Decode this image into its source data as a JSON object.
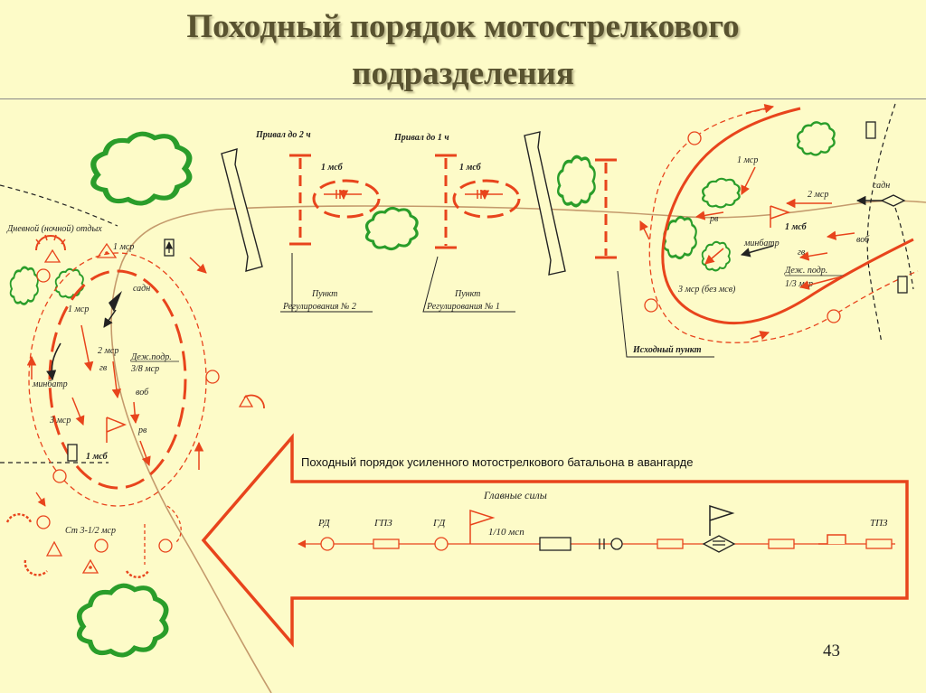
{
  "title": {
    "line1": "Походный порядок мотострелкового",
    "line2": "подразделения"
  },
  "labels": {
    "halt_2h": "Привал до 2 ч",
    "halt_1h": "Привал до 1 ч",
    "msb_top_1": "1 мсб",
    "msb_top_2": "1 мсб",
    "traffic_point_2_a": "Пункт",
    "traffic_point_2_b": "Регулирования № 2",
    "traffic_point_1_a": "Пункт",
    "traffic_point_1_b": "Регулирования № 1",
    "start_point": "Исходный пункт",
    "day_night_rest": "Дневной (ночной) отдых",
    "left_1msr_top": "1 мср",
    "left_sadn": "садн",
    "left_1msr": "1 мср",
    "left_2msr": "2 мср",
    "left_ge": "гв",
    "left_duty_a": "Деж.подр.",
    "left_duty_b": "3/8 мср",
    "left_minbatr": "минбатр",
    "left_vob": "воб",
    "left_3msr": "3 мср",
    "left_re": "рв",
    "left_1msb": "1 мсб",
    "left_outpost": "Ст 3-1/2 мср",
    "right_1msr": "1 мср",
    "right_sadn": "садн",
    "right_2msr": "2 мср",
    "right_re": "рв",
    "right_1msb": "1 мсб",
    "right_minbatr": "минбатр",
    "right_vob": "воб",
    "right_ge": "гв",
    "right_duty_a": "Деж. подр.",
    "right_duty_b": "1/3 мср",
    "right_3msr": "3 мср (без мсв)"
  },
  "march": {
    "heading": "Походный порядок усиленного мотострелкового батальона в авангарде",
    "main_forces": "Главные силы",
    "rd": "РД",
    "gpz": "ГПЗ",
    "gd": "ГД",
    "msp": "1/10 мсп",
    "tpz": "ТПЗ"
  },
  "page_number": "43",
  "colors": {
    "unit_red": "#e8441c",
    "tree_green": "#2a9d2a",
    "road": "#c49a6c",
    "title": "#595330",
    "background": "#fdfbc8"
  }
}
